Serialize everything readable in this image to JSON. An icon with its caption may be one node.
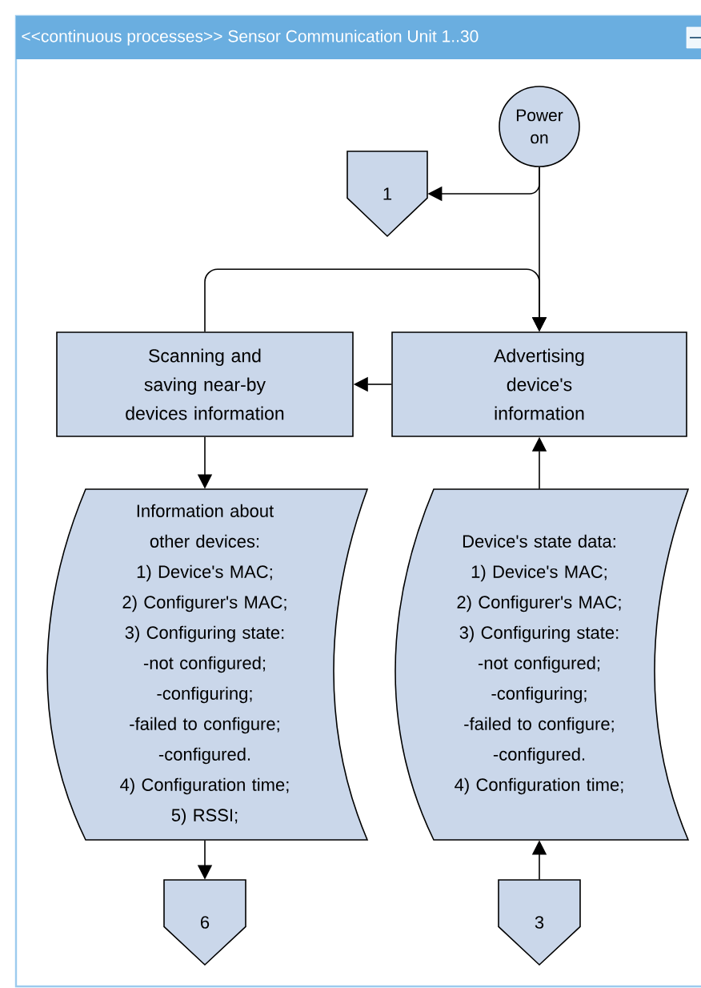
{
  "diagram": {
    "nodes": [
      {
        "text": [
          "<<continuous processes>> Sensor Communication Unit 1..30"
        ]
      },
      {
        "text": [
          "Power on"
        ],
        "in": 0
      },
      {
        "text": [
          "1"
        ],
        "in": 0
      },
      {
        "text": [
          "Scanning and saving near-by devices information"
        ],
        "in": 0
      },
      {
        "text": [
          "Advertising device's information"
        ],
        "in": 0
      },
      {
        "text": [
          "Information about other devices:",
          "1) Device's MAC;",
          "2) Configurer's MAC;",
          "3) Configuring state:",
          "-not configured;",
          "-configuring;",
          "-failed to configure;",
          "-configured.",
          "4) Configuration time;",
          "5) RSSI;"
        ],
        "in": 0
      },
      {
        "text": [
          "Device's state data:",
          "1) Device's MAC;",
          "2) Configurer's MAC;",
          "3) Configuring state:",
          "-not configured;",
          "-configuring;",
          "-failed to configure;",
          "-configured.",
          "4) Configuration time;"
        ],
        "in": 0
      },
      {
        "text": [
          "6"
        ],
        "in": 0
      },
      {
        "text": [
          "3"
        ],
        "in": 0
      }
    ],
    "edges": [
      {
        "from": 1,
        "to": 2,
        "arrow": "to"
      },
      {
        "from": 1,
        "to": 4,
        "arrow": "to"
      },
      {
        "from": 3,
        "to": 4,
        "arrow": "to"
      },
      {
        "from": 4,
        "to": 3,
        "arrow": "to"
      },
      {
        "from": 3,
        "to": 5,
        "arrow": "to"
      },
      {
        "from": 5,
        "to": 7,
        "arrow": "to"
      },
      {
        "from": 8,
        "to": 6,
        "arrow": "to"
      },
      {
        "from": 6,
        "to": 4,
        "arrow": "to"
      }
    ]
  }
}
